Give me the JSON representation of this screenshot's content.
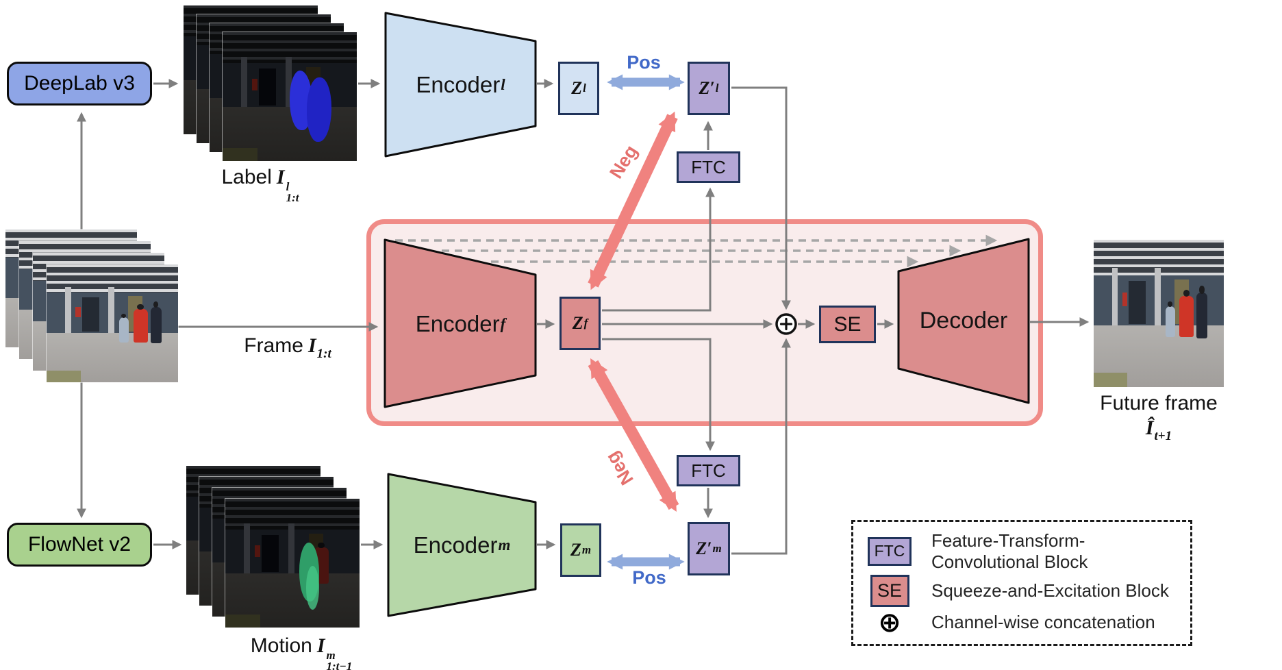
{
  "nodes": {
    "deeplab": {
      "label": "DeepLab v3"
    },
    "flownet": {
      "label": "FlowNet v2"
    },
    "encoder_l": {
      "text": "Encoder",
      "sub": "l"
    },
    "encoder_f": {
      "text": "Encoder",
      "sub": "f"
    },
    "encoder_m": {
      "text": "Encoder",
      "sub": "m"
    },
    "decoder": {
      "text": "Decoder"
    },
    "z_l": {
      "base": "Z",
      "sub": "l"
    },
    "z_f": {
      "base": "Z",
      "sub": "f"
    },
    "z_m": {
      "base": "Z",
      "sub": "m"
    },
    "z_l_prime": {
      "base": "Z′",
      "sub": "l"
    },
    "z_m_prime": {
      "base": "Z′",
      "sub": "m"
    },
    "ftc_top": {
      "label": "FTC"
    },
    "ftc_bottom": {
      "label": "FTC"
    },
    "se": {
      "label": "SE"
    }
  },
  "captions": {
    "label_stack": {
      "word": "Label",
      "var": "I",
      "sup": "l",
      "sub": "1:t"
    },
    "frame_stack": {
      "word": "Frame",
      "var": "I",
      "sub": "1:t"
    },
    "motion_stack": {
      "word": "Motion",
      "var": "I",
      "sup": "m",
      "sub": "1:t−1"
    },
    "future_frame": {
      "word": "Future frame",
      "var": "Î",
      "sub": "t+1"
    }
  },
  "edges": {
    "pos_top": "Pos",
    "pos_bottom": "Pos",
    "neg_top": "Neg",
    "neg_bottom": "Neg"
  },
  "legend": {
    "items": [
      {
        "icon": "FTC",
        "text": "Feature-Transform-Convolutional Block"
      },
      {
        "icon": "SE",
        "text": "Squeeze-and-Excitation Block"
      },
      {
        "icon": "⊕",
        "text": "Channel-wise concatenation"
      }
    ]
  },
  "colors": {
    "deeplab_blue": "#8EA5E6",
    "flownet_green": "#A9D18E",
    "label_light_blue": "#CDE0F2",
    "frame_salmon": "#DB8D8D",
    "motion_light_green": "#B6D7A8",
    "ftc_purple": "#B3A6D5",
    "pink_panel_fill": "#F9ECEC",
    "pink_panel_border": "#F08B87",
    "pos_blue": "#8FAADC",
    "pos_text_blue": "#4169C8",
    "neg_red": "#F0827F",
    "neg_text_red": "#E4706D",
    "wire_gray": "#7F7F7F",
    "skip_gray": "#A6A6A6",
    "box_border_navy": "#20335A"
  }
}
